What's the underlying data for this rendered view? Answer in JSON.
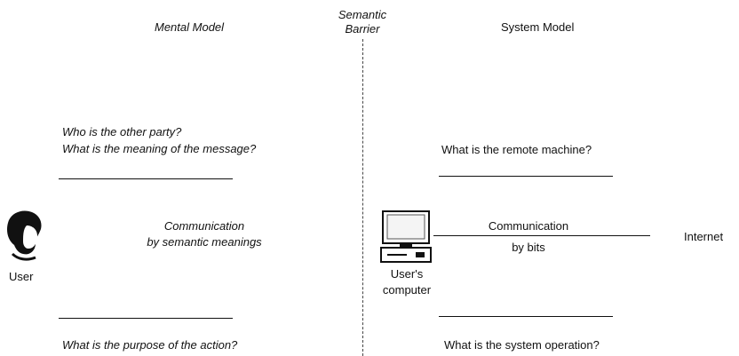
{
  "headers": {
    "mental_model": "Mental Model",
    "barrier_line1": "Semantic",
    "barrier_line2": "Barrier",
    "system_model": "System Model"
  },
  "left": {
    "question_1": "Who is the other party?",
    "question_2": "What is the meaning of the message?",
    "communication_line1": "Communication",
    "communication_line2": "by semantic meanings",
    "bottom_question": "What is the purpose of the action?",
    "user_label": "User"
  },
  "right": {
    "top_question": "What is the remote machine?",
    "communication_line1": "Communication",
    "communication_line2": "by bits",
    "internet_label": "Internet",
    "computer_label_line1": "User's",
    "computer_label_line2": "computer",
    "bottom_question": "What is the system operation?"
  },
  "icons": {
    "user": "user-head-icon",
    "computer": "desktop-computer-icon"
  }
}
